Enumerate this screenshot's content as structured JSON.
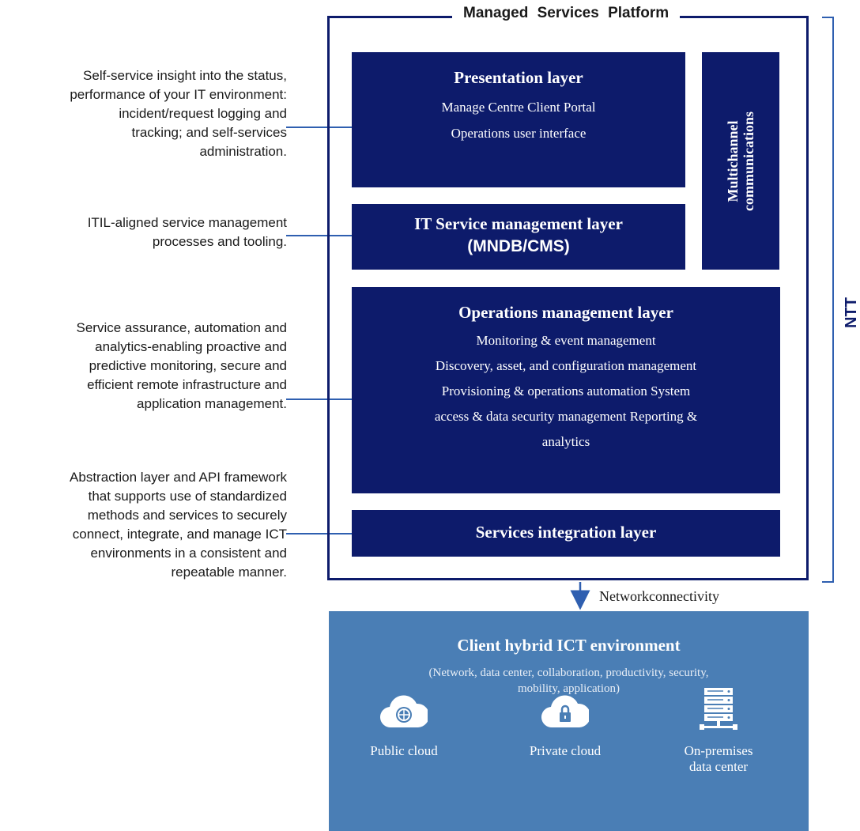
{
  "frame": {
    "title": "Managed Services Platform",
    "side_label": "NTT"
  },
  "descriptions": [
    "Self-service insight into the status,\nperformance of your IT environment:\nincident/request logging and\ntracking; and self-services\nadministration.",
    "ITIL-aligned service management\nprocesses and tooling.",
    "Service assurance, automation and\nanalytics-enabling proactive and\npredictive monitoring, secure and\nefficient remote infrastructure and\napplication management.",
    "Abstraction layer and API framework\nthat supports use of standardized\nmethods and services to securely\nconnect, integrate, and manage ICT\nenvironments in a consistent and\nrepeatable manner."
  ],
  "layers": {
    "presentation": {
      "title": "Presentation layer",
      "lines": [
        "Manage Centre Client Portal",
        "Operations user interface"
      ]
    },
    "itsm": {
      "title": "IT Service management layer",
      "subtitle": "(MNDB/CMS)"
    },
    "multichannel": {
      "line1": "Multichannel",
      "line2": "communications"
    },
    "operations": {
      "title": "Operations management layer",
      "lines": [
        "Monitoring & event management",
        "Discovery, asset, and configuration management",
        "Provisioning & operations automation System",
        "access & data security management Reporting &",
        "analytics"
      ]
    },
    "integration": {
      "title": "Services integration layer"
    }
  },
  "connectivity": {
    "label": "Networkconnectivity"
  },
  "client": {
    "title": "Client hybrid ICT environment",
    "subtitle_line1": "(Network, data center, collaboration, productivity, security,",
    "subtitle_line2": "mobility, application)",
    "items": [
      {
        "icon": "globe-cloud-icon",
        "label": "Public cloud"
      },
      {
        "icon": "lock-cloud-icon",
        "label": "Private cloud"
      },
      {
        "icon": "server-rack-icon",
        "label_line1": "On-premises",
        "label_line2": "data center"
      }
    ]
  },
  "colors": {
    "navy": "#0d1b6b",
    "client_blue": "#4a7eb5",
    "arrow": "#2f5fb0"
  }
}
